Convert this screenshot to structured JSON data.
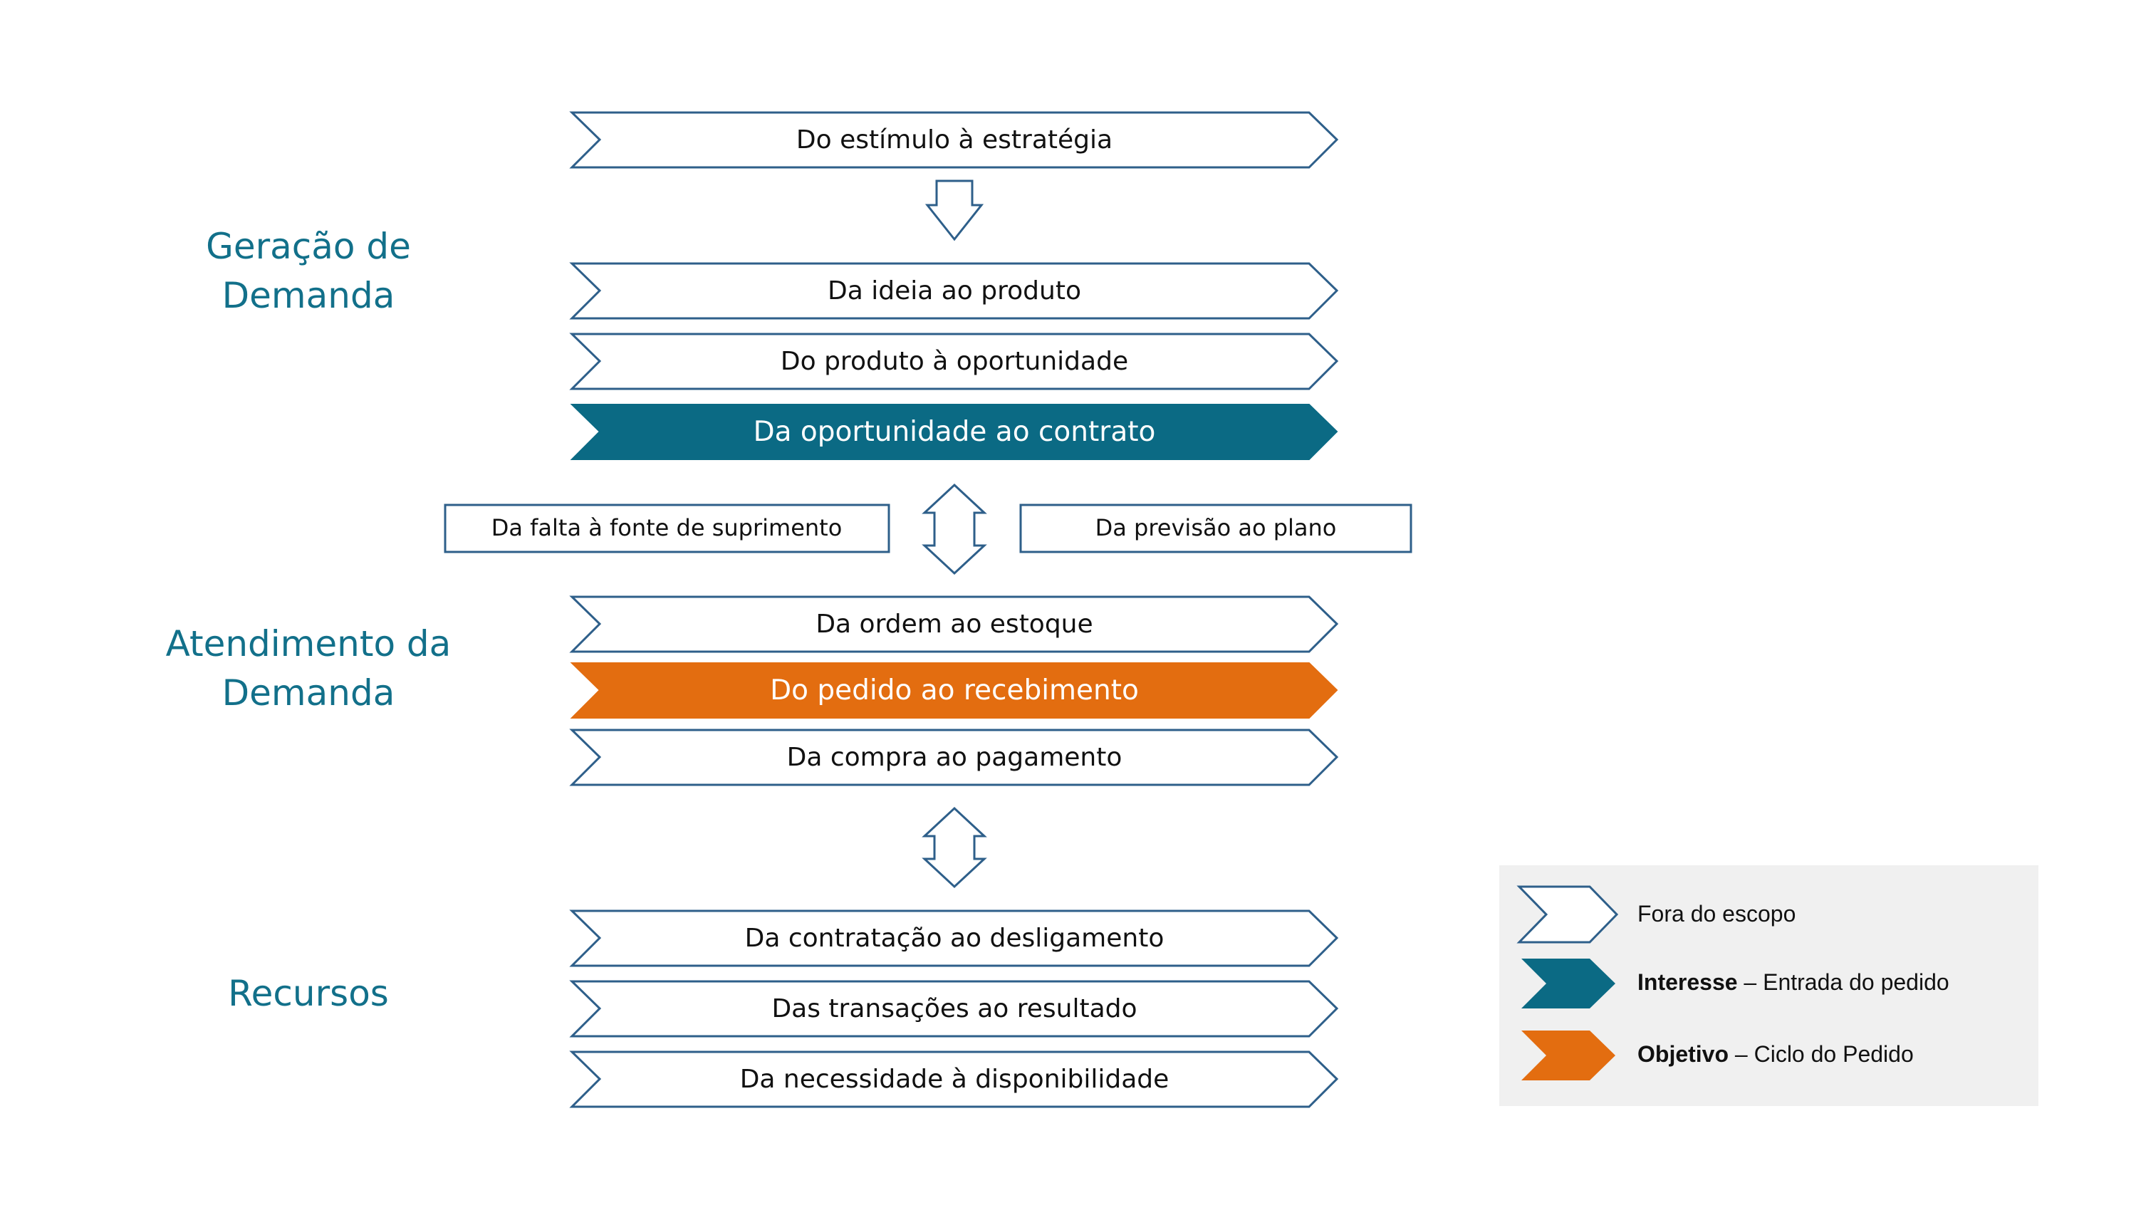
{
  "colors": {
    "outline": "#2e5f8a",
    "interest": "#0b6a84",
    "objective": "#e36d10",
    "section_text": "#12708a",
    "legend_bg": "#f0f0f0"
  },
  "sections": {
    "generation": [
      "Geração de",
      "Demanda"
    ],
    "fulfillment": [
      "Atendimento da",
      "Demanda"
    ],
    "resources": [
      "Recursos"
    ]
  },
  "chevrons": {
    "strategy": "Do estímulo à estratégia",
    "idea": "Da ideia ao produto",
    "product": "Do produto à oportunidade",
    "opportunity": "Da oportunidade ao contrato",
    "order": "Da ordem ao estoque",
    "request": "Do pedido ao recebimento",
    "purchase": "Da compra ao pagamento",
    "hiring": "Da contratação ao desligamento",
    "transactions": "Das transações ao resultado",
    "need": "Da necessidade à disponibilidade"
  },
  "side_boxes": {
    "left": "Da falta à fonte de suprimento",
    "right": "Da previsão ao plano"
  },
  "legend": {
    "out_of_scope": "Fora do escopo",
    "interest_bold": "Interesse",
    "interest_rest": " – Entrada do pedido",
    "objective_bold": "Objetivo",
    "objective_rest": " – Ciclo do Pedido"
  }
}
